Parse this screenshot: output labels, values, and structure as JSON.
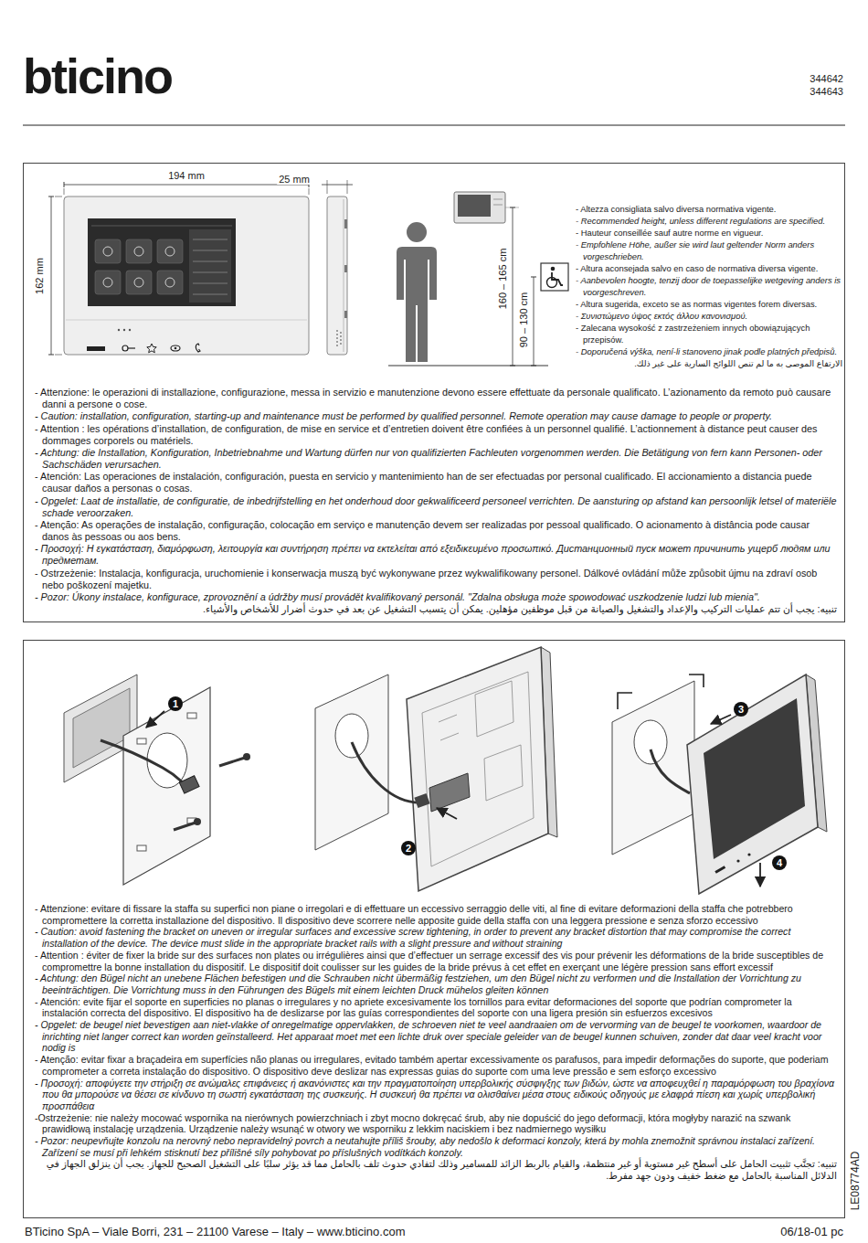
{
  "diagram": {
    "nodes": [
      {
        "text": [
          "- Altezza consigliata salvo diversa normativa vigente.",
          "- Recommended height, unless different regulations are specified.",
          "- Hauteur conseillée sauf autre norme en vigueur.",
          "- Empfohlene Höhe, außer sie wird laut geltender Norm anders vorgeschrieben.",
          "- Altura aconsejada salvo en caso de normativa diversa vigente.",
          "- Aanbevolen hoogte, tenzij door de toepasselijke wetgeving anders is voorgeschreven.",
          "- Altura sugerida, exceto se as normas vigentes forem diversas.",
          "- Συνιστώμενο ύψος εκτός άλλου κανονισμού.",
          "- Zalecana wysokość z zastrzeżeniem innych obowiązujących przepisów.",
          "- Doporučená výška, není-li stanoveno jinak podle platných předpisů.",
          "الارتفاع الموصى به ما لم تنص اللوائح السارية على غير ذلك.",
          "- Attenzione: le operazioni di installazione, configurazione, messa in servizio e manutenzione devono essere effettuate da personale qualificato. L’azionamento da remoto può causare danni a persone o cose.",
          "- Caution: installation, configuration, starting-up and maintenance must be performed by qualified personnel. Remote operation may cause damage to people or property.",
          "- Attention : les opérations d’installation, de configuration, de mise en service et d’entretien doivent être confiées à un personnel qualifié. L’actionnement à distance peut causer des dommages corporels ou matériels.",
          "- Achtung: die Installation, Konfiguration, Inbetriebnahme und Wartung dürfen nur von qualifizierten Fachleuten vorgenommen werden. Die Betätigung von fern kann Personen- oder Sachschäden verursachen.",
          "- Atención: Las operaciones de instalación, configuración, puesta en servicio y mantenimiento han de ser efectuadas por personal cualificado. El accionamiento a distancia puede causar daños a personas o cosas.",
          "- Opgelet: Laat de installatie, de configuratie, de inbedrijfstelling en het onderhoud door gekwalificeerd personeel verrichten. De aansturing op afstand kan persoonlijk letsel of materiële schade veroorzaken.",
          "- Atenção: As operações de instalação, configuração, colocação em serviço e manutenção devem ser realizadas por pessoal qualificado. O acionamento à distância pode causar danos às pessoas ou aos bens.",
          "- Προσοχή: Η εγκατάσταση, διαμόρφωση, λειτουργία και συντήρηση πρέπει να εκτελείται από εξειδικευμένο προσωπικό. Дистанционный пуск может причинить ущерб людям или предметам.",
          "- Ostrzeżenie: Instalacja, konfiguracja, uruchomienie i konserwacja muszą być wykonywane przez wykwalifikowany personel. Dálkové ovládání může způsobit újmu na zdraví osob nebo poškození majetku.",
          "- Pozor: Úkony instalace, konfigurace, zprovoznění a údržby musí provádět kvalifikovaný personál. \"Zdalna obsługa może spowodować uszkodzenie ludzi lub mienia\".",
          "تنبيه: يجب أن تتم عمليات التركيب والإعداد والتشغيل والصيانة من قبل موظفين مؤهلين. يمكن أن يتسبب التشغيل عن بعد في حدوث أضرار للأشخاص والأشياء."
        ]
      },
      {
        "text": [
          "- Attenzione: evitare di fissare la staffa su superfici non piane o irregolari e di effettuare un eccessivo serraggio delle viti, al fine di evitare deformazioni della staffa che potrebbero compromettere la corretta installazione del dispositivo. Il dispositivo deve scorrere nelle apposite guide della staffa con una leggera pressione e senza sforzo eccessivo",
          "- Caution: avoid fastening the bracket on uneven or irregular surfaces and excessive screw tightening, in order to prevent any bracket distortion that may compromise the correct installation of the device. The device must slide in the appropriate bracket rails with a slight pressure and without straining",
          "- Attention : éviter de fixer la bride sur des surfaces non plates ou irrégulières ainsi que d’effectuer un serrage excessif des vis pour prévenir les déformations de la bride susceptibles de compromettre la bonne installation du dispositif. Le dispositif doit coulisser sur les guides de la bride prévus à cet effet en exerçant une légère pression sans effort excessif",
          "- Achtung: den Bügel nicht an unebene Flächen befestigen und die Schrauben nicht übermäßig festziehen, um den Bügel nicht zu verformen und die Installation der Vorrichtung zu beeinträchtigen. Die Vorrichtung muss in den Führungen des Bügels mit einem leichten Druck mühelos gleiten können",
          "- Atención: evite fijar el soporte en superficies no planas o irregulares y no apriete excesivamente los tornillos para evitar deformaciones del soporte que podrían comprometer la instalación correcta del dispositivo. El dispositivo ha de deslizarse por las guías correspondientes del soporte con una ligera presión sin esfuerzos excesivos",
          "- Opgelet: de beugel niet bevestigen aan niet-vlakke of onregelmatige oppervlakken, de schroeven niet te veel aandraaien om de vervorming van de beugel te voorkomen, waardoor de inrichting niet langer correct kan worden geïnstalleerd. Het apparaat moet met een lichte druk over speciale geleider van de beugel kunnen schuiven, zonder dat daar veel kracht voor nodig is",
          "- Atenção: evitar fixar a braçadeira em superfícies não planas ou irregulares, evitado também apertar excessivamente os parafusos, para impedir deformações do suporte, que poderiam comprometer a correta instalação do dispositivo. O dispositivo deve deslizar nas expressas guias do suporte com uma leve pressão e sem esforço excessivo",
          "- Προσοχή: αποφύγετε την στήριξη σε ανώμαλες επιφάνειες ή ακανόνιστες και την πραγματοποίηση υπερβολικής σύσφιγξης των βιδών, ώστε να αποφευχθεί η παραμόρφωση του βραχίονα που θα μπορούσε να θέσει σε κίνδυνο τη σωστή εγκατάσταση της συσκευής. Η συσκευή θα πρέπει να ολισθαίνει μέσα στους ειδικούς οδηγούς με ελαφρά πίεση και χωρίς υπερβολική προσπάθεια",
          "-Ostrzeżenie: nie należy mocować wspornika na nierównych powierzchniach i zbyt mocno dokręcać śrub, aby nie dopuścić do jego deformacji, która mogłyby narazić na szwank prawidłową instalację urządzenia. Urządzenie należy wsunąć w otwory we wsporniku z lekkim naciskiem i bez nadmiernego wysiłku",
          "- Pozor: neupevňujte konzolu na nerovný nebo nepravidelný povrch a neutahujte příliš šrouby, aby nedošlo k deformaci konzoly, která by mohla znemožnit správnou instalaci zařízení. Zařízení se musí při lehkém stisknutí bez přílišné síly pohybovat po příslušných vodítkách konzoly.",
          "تنبيه: تجنَّب تثبيت الحامل على أسطح غير مستوية أو غير منتظمة، والقيام بالربط الزائد للمسامير وذلك لتفادي حدوث تلف بالحامل مما قد يؤثر سلبًا على التشغيل الصحيح للجهاز. يجب أن ينزلق الجهاز في الدلائل المناسبة بالحامل مع ضغط خفيف ودون جهد مفرط."
        ]
      }
    ],
    "labels": [
      "bticino",
      "344642",
      "344643",
      "194 mm",
      "25 mm",
      "162 mm",
      "160 – 165 cm",
      "90 – 130 cm",
      "1",
      "2",
      "3",
      "4",
      "BTicino SpA – Viale Borri, 231 – 21100 Varese – Italy – www.bticino.com",
      "06/18-01 pc",
      "LE08774AD"
    ]
  }
}
